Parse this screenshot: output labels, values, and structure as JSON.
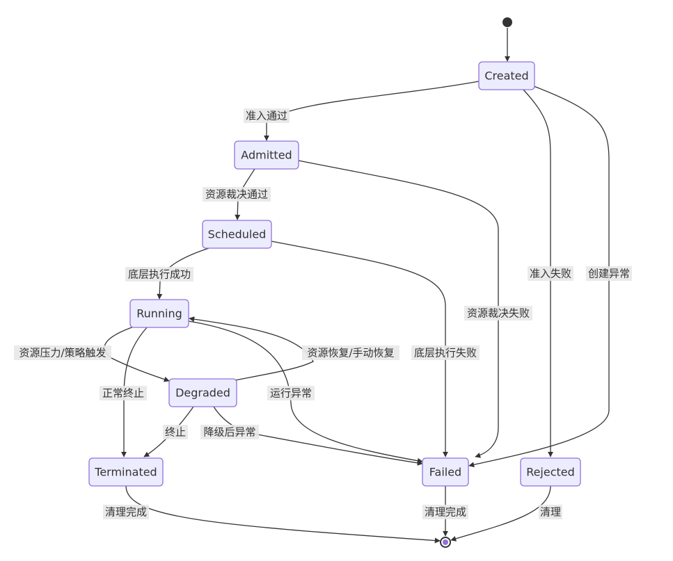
{
  "states": {
    "created": "Created",
    "admitted": "Admitted",
    "scheduled": "Scheduled",
    "running": "Running",
    "degraded": "Degraded",
    "terminated": "Terminated",
    "failed": "Failed",
    "rejected": "Rejected"
  },
  "transitions": {
    "created_admitted": "准入通过",
    "created_rejected": "准入失败",
    "created_failed": "创建异常",
    "admitted_scheduled": "资源裁决通过",
    "admitted_failed": "资源裁决失败",
    "scheduled_running": "底层执行成功",
    "scheduled_failed": "底层执行失败",
    "running_degraded": "资源压力/策略触发",
    "degraded_running": "资源恢复/手动恢复",
    "running_terminated": "正常终止",
    "running_failed": "运行异常",
    "degraded_terminated": "终止",
    "degraded_failed": "降级后异常",
    "terminated_end": "清理完成",
    "failed_end": "清理完成",
    "rejected_end": "清理"
  },
  "colors": {
    "node_fill": "#ECECFF",
    "node_stroke": "#9370DB",
    "edge": "#333333",
    "label_bg": "#e8e8e8",
    "text": "#333333"
  }
}
